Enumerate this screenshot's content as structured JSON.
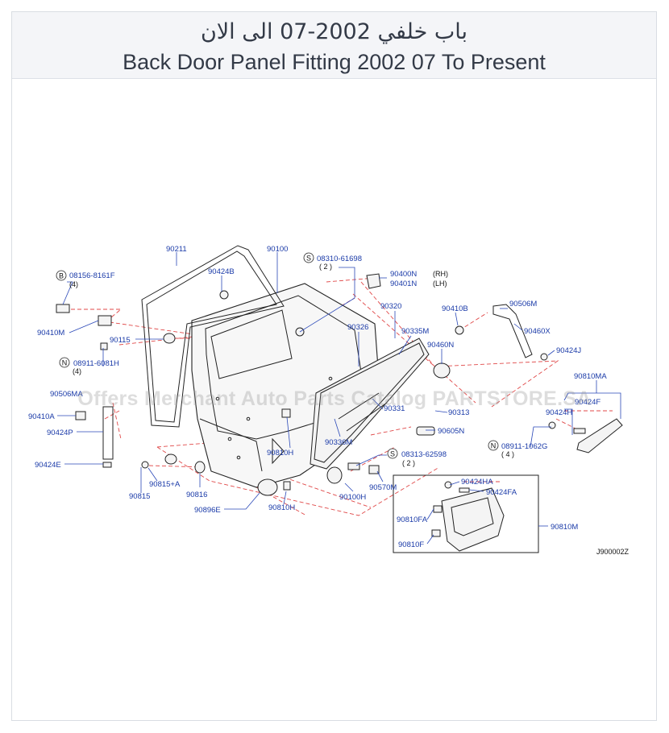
{
  "header": {
    "title_ar": "باب خلفي 2002-07 الى الان",
    "title_en": "Back Door Panel Fitting 2002 07 To Present"
  },
  "watermark": "Offers Merchant Auto Parts Catalog PARTSTORE.SA",
  "diagram_code": "J900002Z",
  "labels": {
    "p90211": "90211",
    "p90100": "90100",
    "p08310": "08310-61698",
    "q08310": "( 2 )",
    "p90400N": "90400N",
    "p90401N": "90401N",
    "rh": "(RH)",
    "lh": "(LH)",
    "p90424B": "90424B",
    "p08156": "08156-8161F",
    "q08156": "(4)",
    "p90320": "90320",
    "p90410B": "90410B",
    "p90506M": "90506M",
    "p90410M": "90410M",
    "p90115": "90115",
    "p90326": "90326",
    "p90335M": "90335M",
    "p90460X": "90460X",
    "p90460N": "90460N",
    "p90424J": "90424J",
    "p08911a": "08911-6081H",
    "q08911a": "(4)",
    "p90506MA": "90506MA",
    "p90810MA": "90810MA",
    "p90424F": "90424F",
    "p90410A": "90410A",
    "p90331": "90331",
    "p90313": "90313",
    "p90424H": "90424H",
    "p90424P": "90424P",
    "p90605N": "90605N",
    "p90336M": "90336M",
    "p90810H_a": "90810H",
    "p08911b": "08911-1062G",
    "q08911b": "( 4 )",
    "p08313": "08313-62598",
    "q08313": "( 2 )",
    "p90424E": "90424E",
    "p90815A": "90815+A",
    "p90570M": "90570M",
    "p90424HA": "90424HA",
    "p90424FA": "90424FA",
    "p90815": "90815",
    "p90816": "90816",
    "p90100H": "90100H",
    "p90810FA": "90810FA",
    "p90896E": "90896E",
    "p90810H_b": "90810H",
    "p90810M": "90810M",
    "p90810F": "90810F"
  },
  "callout_letters": {
    "b": "B",
    "n1": "N",
    "n2": "N",
    "s1": "S",
    "s2": "S"
  }
}
